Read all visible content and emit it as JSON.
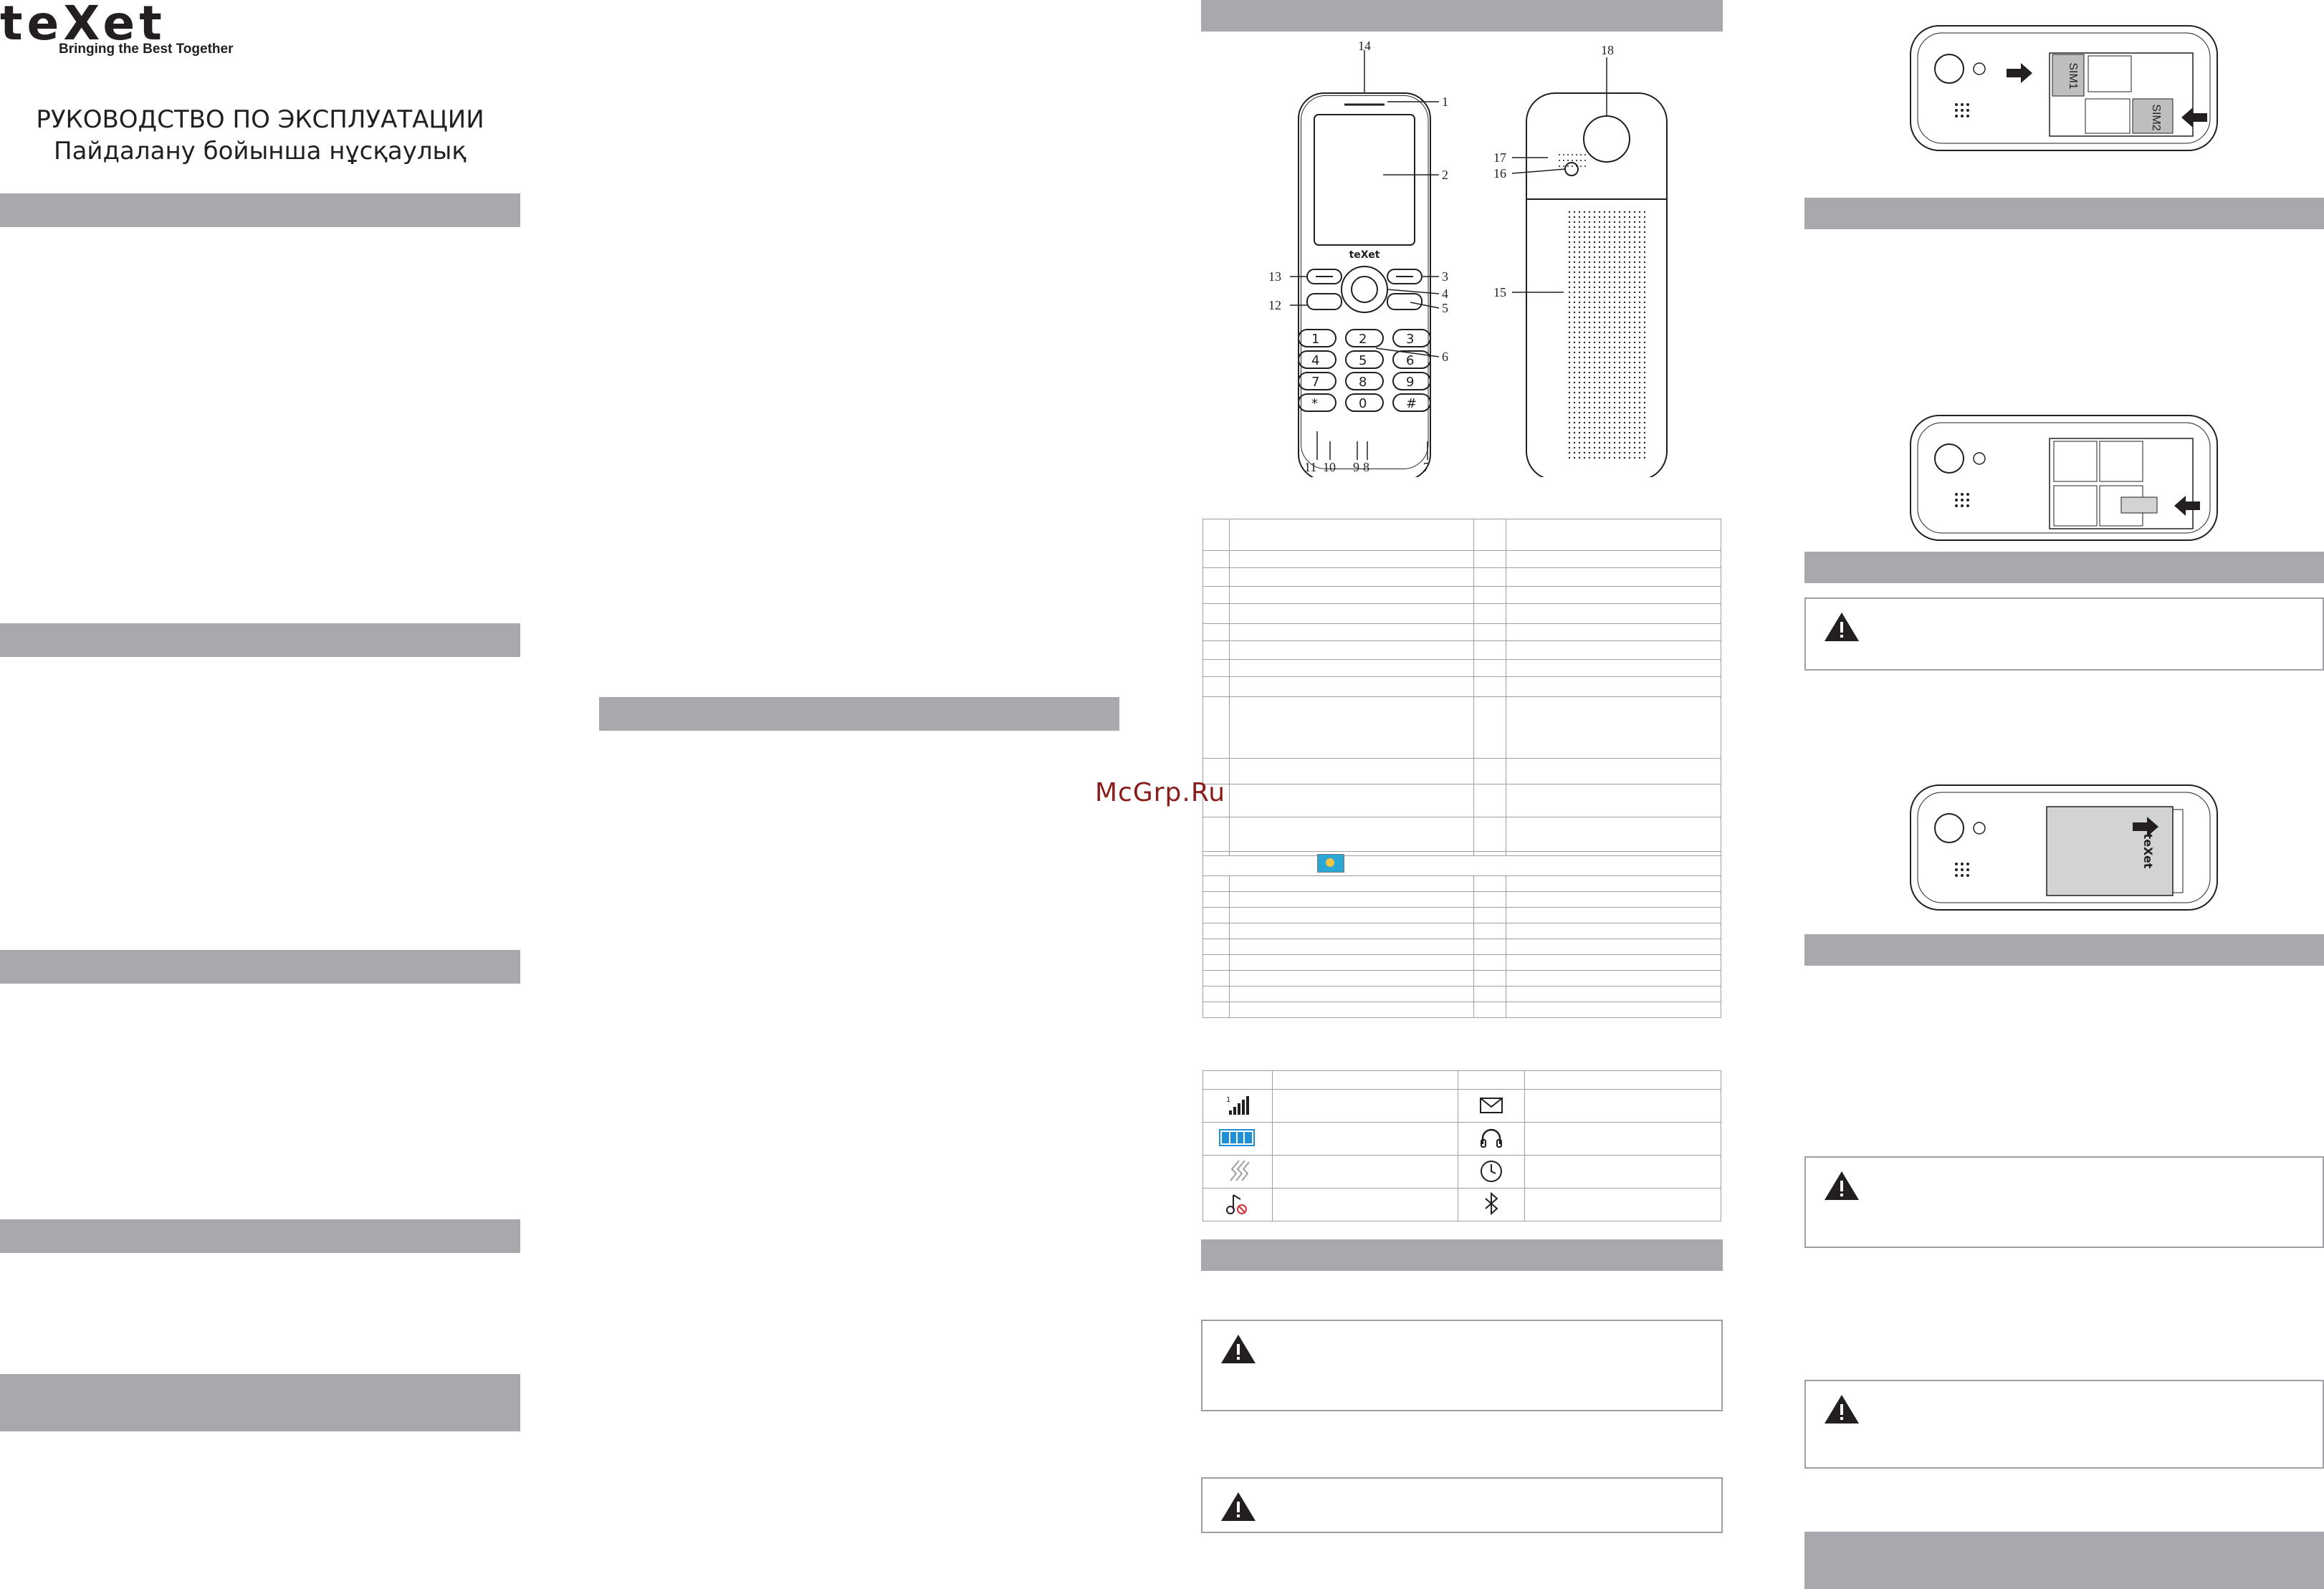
{
  "brand": {
    "logo_text": "teXet",
    "tagline": "Bringing the Best Together"
  },
  "cover": {
    "title_ru": "РУКОВОДСТВО ПО ЭКСПЛУАТАЦИИ",
    "title_kz": "Пайдалану бойынша нұсқаулық"
  },
  "watermark": "McGrp.Ru",
  "diagram_labels": [
    "1",
    "2",
    "3",
    "4",
    "5",
    "6",
    "7",
    "8",
    "9",
    "10",
    "11",
    "12",
    "13",
    "14",
    "15",
    "16",
    "17",
    "18"
  ],
  "keypad": [
    "1",
    "2",
    "3",
    "4",
    "5",
    "6",
    "7",
    "8",
    "9",
    "*",
    "0",
    "#"
  ],
  "sim_labels": {
    "sim1": "SIM1",
    "sim2": "SIM2"
  },
  "status_icons": [
    {
      "left": "signal-icon",
      "right": "envelope-icon"
    },
    {
      "left": "battery-icon",
      "right": "headphones-icon"
    },
    {
      "left": "vibration-icon",
      "right": "alarm-clock-icon"
    },
    {
      "left": "silent-mode-icon",
      "right": "bluetooth-icon"
    }
  ],
  "colors": {
    "header_bar": "#a7a9ac",
    "battery_fill": "#1f8fd6",
    "silent_icon": "#d0323a"
  }
}
